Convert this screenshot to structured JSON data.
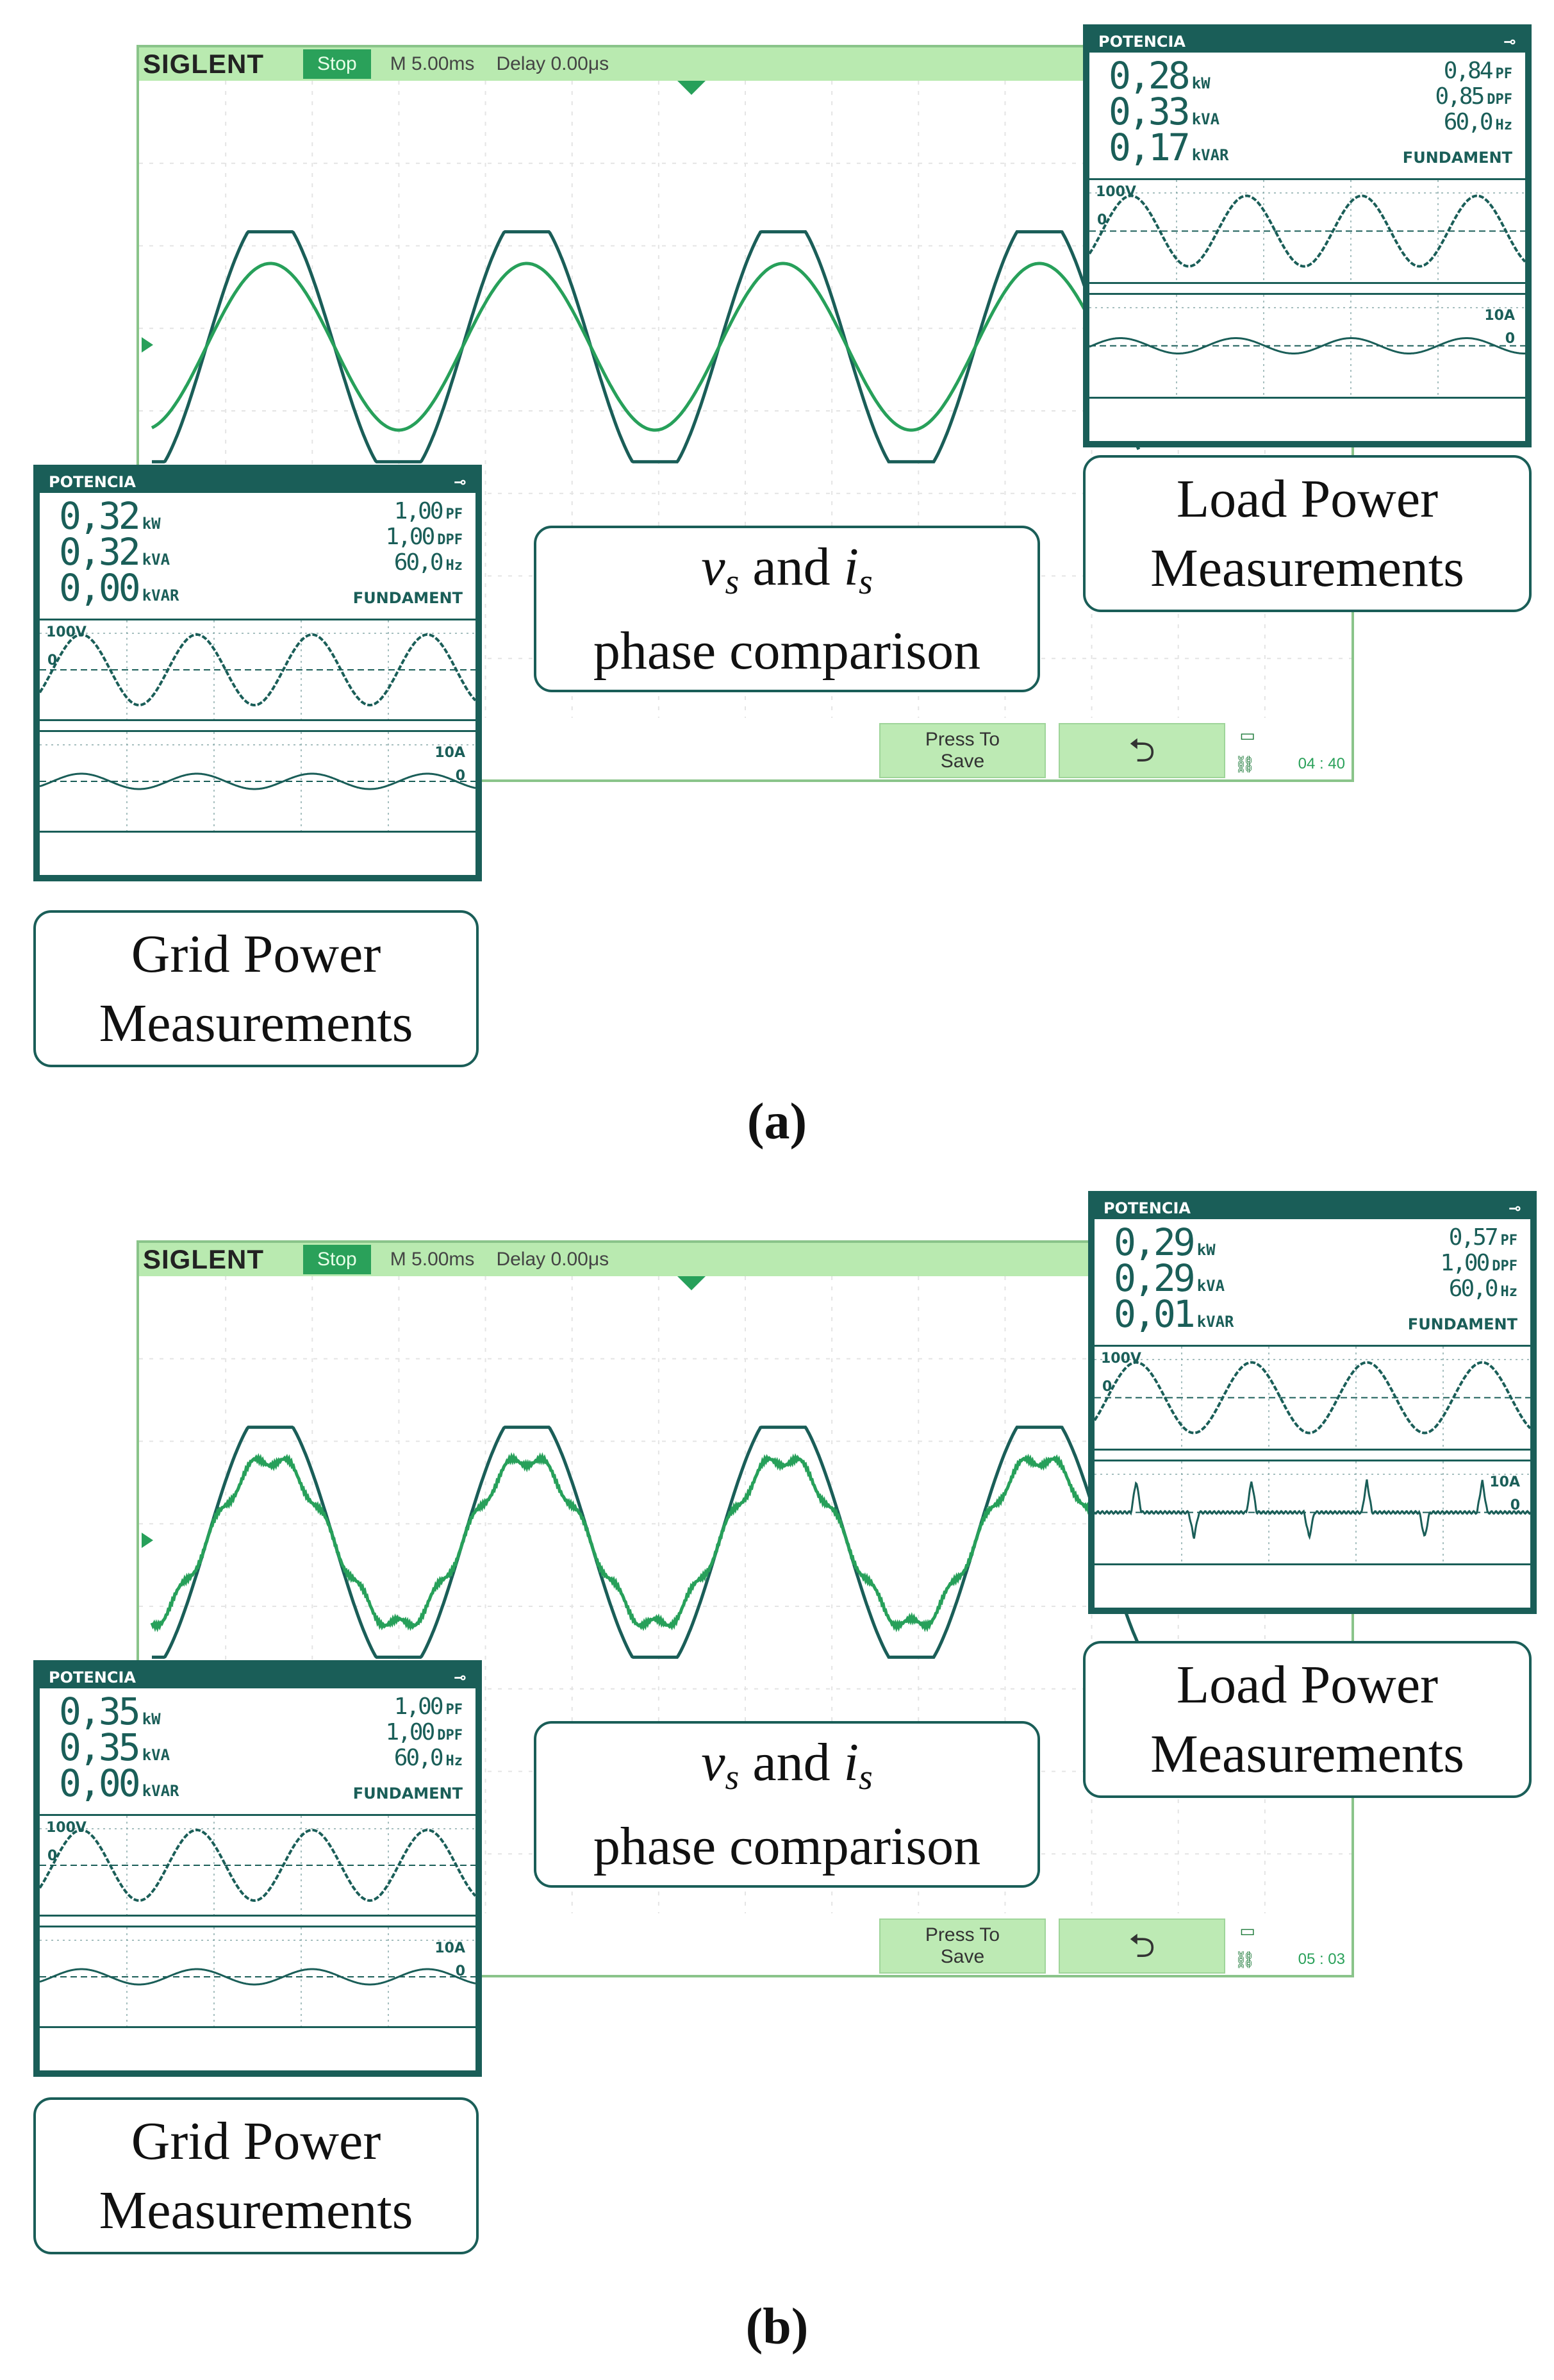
{
  "panels": [
    {
      "label": "(a)",
      "scope": {
        "brand": "SIGLENT",
        "state": "Stop",
        "timebase": "M 5.00ms",
        "delay": "Delay 0.00μs",
        "save_line1": "Press To",
        "save_line2": "Save",
        "clock": "04 : 40",
        "back_icon": "return-arrow-icon"
      },
      "grid_meter": {
        "title": "POTENCIA",
        "kw": "0,32",
        "kva": "0,32",
        "kvar": "0,00",
        "pf": "1,00",
        "dpf": "1,00",
        "hz": "60,0",
        "mode": "FUNDAMENT",
        "v_scale": "100V",
        "v_zero": "0",
        "i_scale": "10A",
        "i_zero": "0",
        "current_distorted": false,
        "pf_value": 1.0
      },
      "load_meter": {
        "title": "POTENCIA",
        "kw": "0,28",
        "kva": "0,33",
        "kvar": "0,17",
        "pf": "0,84",
        "dpf": "0,85",
        "hz": "60,0",
        "mode": "FUNDAMENT",
        "v_scale": "100V",
        "v_zero": "0",
        "i_scale": "10A",
        "i_zero": "0",
        "current_distorted": false,
        "pf_value": 0.84
      },
      "scope_waveform_distorted": false
    },
    {
      "label": "(b)",
      "scope": {
        "brand": "SIGLENT",
        "state": "Stop",
        "timebase": "M 5.00ms",
        "delay": "Delay 0.00μs",
        "save_line1": "Press To",
        "save_line2": "Save",
        "clock": "05 : 03",
        "back_icon": "return-arrow-icon"
      },
      "grid_meter": {
        "title": "POTENCIA",
        "kw": "0,35",
        "kva": "0,35",
        "kvar": "0,00",
        "pf": "1,00",
        "dpf": "1,00",
        "hz": "60,0",
        "mode": "FUNDAMENT",
        "v_scale": "100V",
        "v_zero": "0",
        "i_scale": "10A",
        "i_zero": "0",
        "current_distorted": false,
        "pf_value": 1.0
      },
      "load_meter": {
        "title": "POTENCIA",
        "kw": "0,29",
        "kva": "0,29",
        "kvar": "0,01",
        "pf": "0,57",
        "dpf": "1,00",
        "hz": "60,0",
        "mode": "FUNDAMENT",
        "v_scale": "100V",
        "v_zero": "0",
        "i_scale": "10A",
        "i_zero": "0",
        "current_distorted": true,
        "pf_value": 0.57
      },
      "scope_waveform_distorted": true
    }
  ],
  "callouts": {
    "load_line1": "Load Power",
    "load_line2": "Measurements",
    "grid_line1": "Grid Power",
    "grid_line2": "Measurements",
    "phase_v": "v",
    "phase_sub": "s",
    "phase_and": " and ",
    "phase_i": "i",
    "phase_line2": "phase comparison"
  },
  "units": {
    "kw": "kW",
    "kva": "kVA",
    "kvar": "kVAR",
    "pf": "PF",
    "dpf": "DPF",
    "hz": "Hz"
  },
  "colors": {
    "voltage": "#1a5e58",
    "current": "#27a05a",
    "scope_bar": "#b9eab0",
    "meter_frame": "#1a5e58"
  }
}
